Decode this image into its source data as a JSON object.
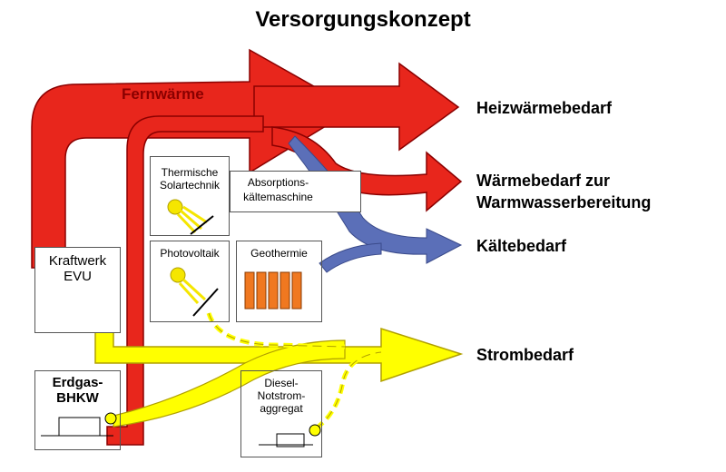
{
  "title": "Versorgungskonzept",
  "fernwaerme_label": "Fernwärme",
  "outputs": {
    "heating": "Heizwärmebedarf",
    "hotwater_line1": "Wärmebedarf zur",
    "hotwater_line2": "Warmwasserbereitung",
    "cooling": "Kältebedarf",
    "power": "Strombedarf"
  },
  "sources": {
    "kraftwerk_line1": "Kraftwerk",
    "kraftwerk_line2": "EVU",
    "bhkw_line1": "Erdgas-",
    "bhkw_line2": "BHKW",
    "solar_line1": "Thermische",
    "solar_line2": "Solartechnik",
    "absorption_line1": "Absorptions-",
    "absorption_line2": "kältemaschine",
    "pv": "Photovoltaik",
    "geo": "Geothermie",
    "diesel_line1": "Diesel-",
    "diesel_line2": "Notstrom-",
    "diesel_line3": "aggregat"
  },
  "colors": {
    "heat": "#e8261c",
    "heat_dark": "#a00000",
    "cold": "#5b6fb8",
    "power": "#ffff00",
    "geo": "#f07820",
    "sun": "#f5e600"
  }
}
